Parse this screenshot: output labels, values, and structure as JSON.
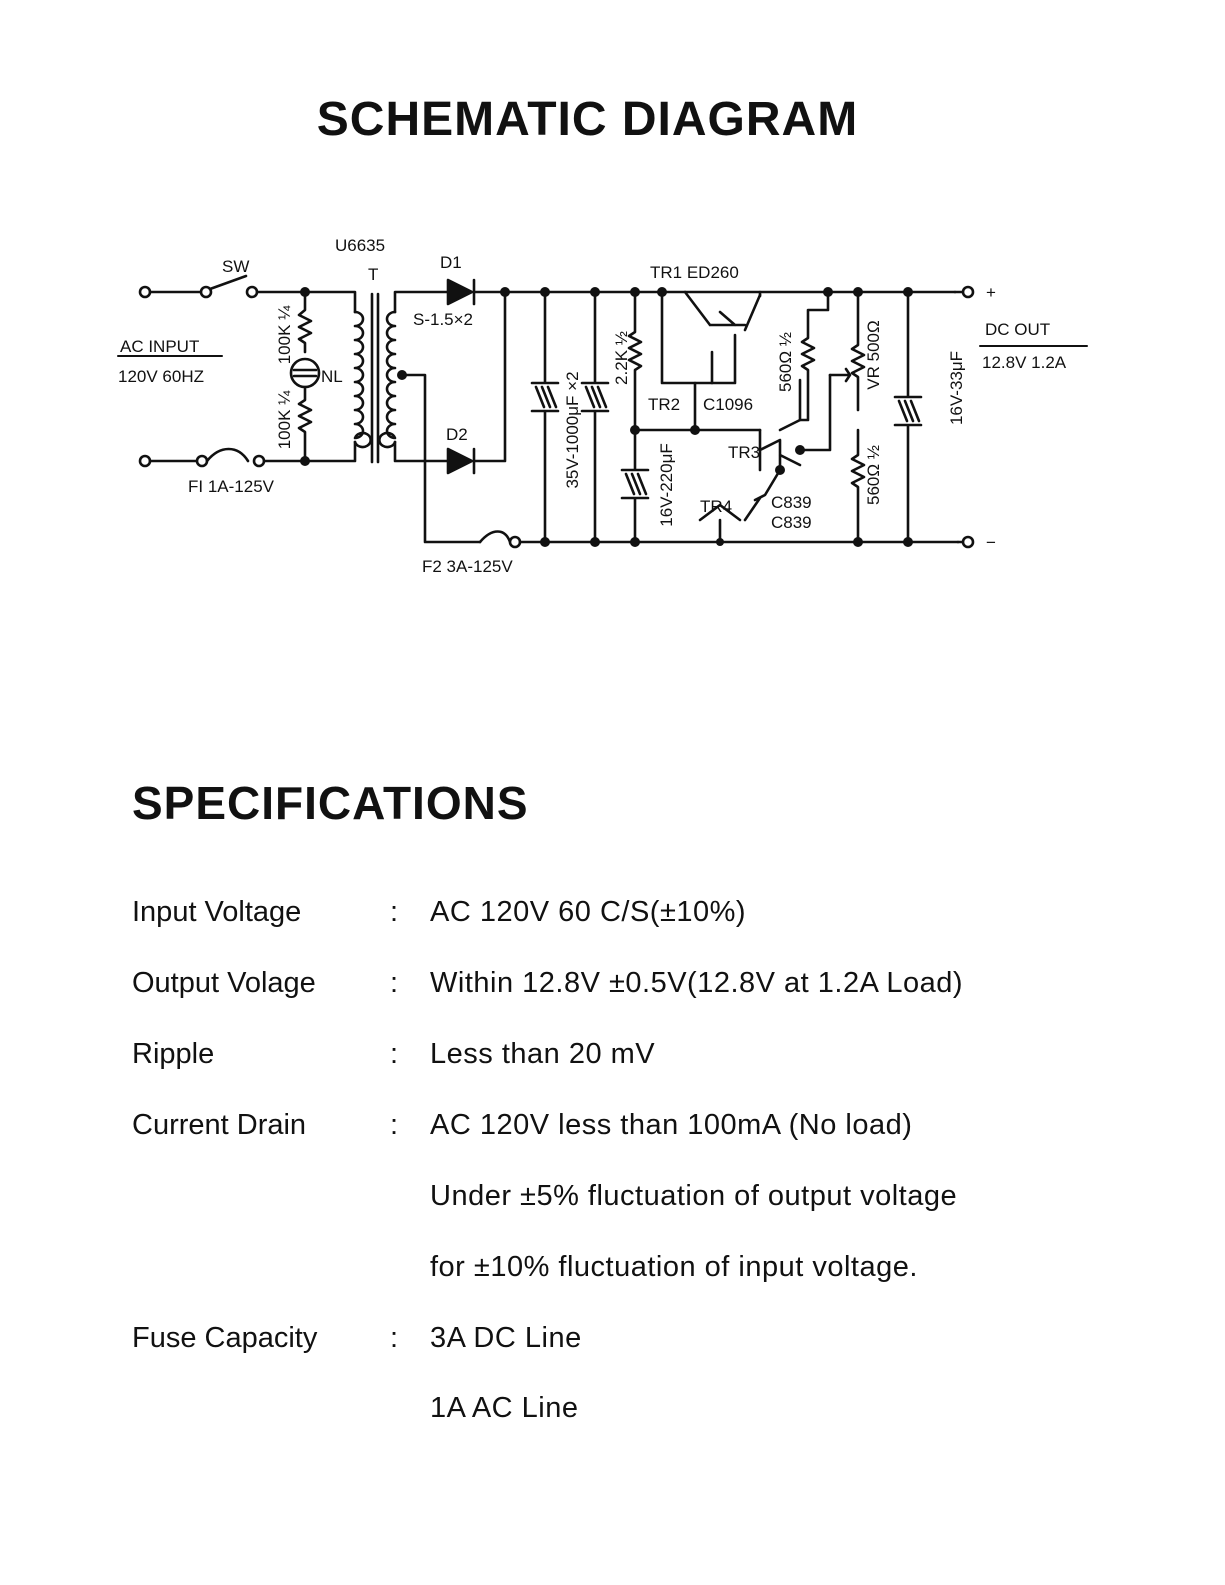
{
  "title": "SCHEMATIC DIAGRAM",
  "schematic": {
    "sw": "SW",
    "transformer_model": "U6635",
    "transformer": "T",
    "d1": "D1",
    "d2": "D2",
    "diode_spec": "S-1.5×2",
    "tr1": "TR1  ED260",
    "ac_input": "AC INPUT",
    "ac_input_spec": "120V  60HZ",
    "r_upper": "100K ¼",
    "r_lower": "100K ¼",
    "nl": "NL",
    "fuse1": "FI  1A-125V",
    "fuse2": "F2  3A-125V",
    "cap_main": "35V-1000μF ×2",
    "r_2k2": "2.2K ½",
    "cap_220": "16V-220μF",
    "tr2": "TR2",
    "tr2_part": "C1096",
    "tr3": "TR3",
    "tr4": "TR4",
    "tr3_part": "C839",
    "tr4_part": "C839",
    "r_560_top": "560Ω ½",
    "r_560_bot": "560Ω ½",
    "vr": "VR 500Ω",
    "cap_33": "16V-33μF",
    "dc_out": "DC OUT",
    "dc_out_spec": "12.8V  1.2A",
    "plus": "+",
    "minus": "−"
  },
  "specs_title": "SPECIFICATIONS",
  "specs": [
    {
      "label": "Input Voltage",
      "colon": ":",
      "value": "AC  120V  60  C/S(±10%)"
    },
    {
      "label": "Output Volage",
      "colon": ":",
      "value": "Within  12.8V  ±0.5V(12.8V  at  1.2A  Load)"
    },
    {
      "label": "Ripple",
      "colon": ":",
      "value": "Less  than  20  mV"
    },
    {
      "label": "Current Drain",
      "colon": ":",
      "value": "AC  120V  less  than  100mA  (No  load)"
    },
    {
      "label": "",
      "colon": "",
      "value": "Under  ±5%  fluctuation  of  output  voltage"
    },
    {
      "label": "",
      "colon": "",
      "value": "for  ±10%  fluctuation  of  input  voltage."
    },
    {
      "label": "Fuse Capacity",
      "colon": ":",
      "value": "3A  DC  Line"
    },
    {
      "label": "",
      "colon": "",
      "value": "1A  AC  Line"
    }
  ]
}
